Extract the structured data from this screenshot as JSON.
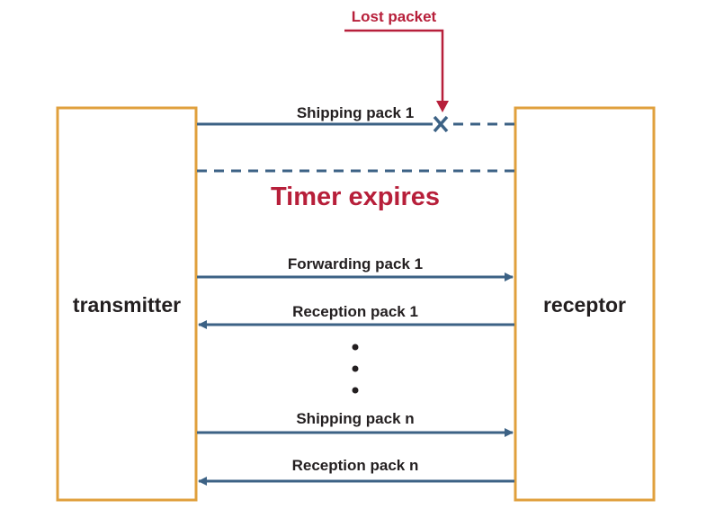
{
  "colors": {
    "box_border": "#E0A03D",
    "message_line": "#3C6285",
    "alert": "#B71F3A",
    "text": "#231F20",
    "background": "#FFFFFF"
  },
  "participants": {
    "sender": "transmitter",
    "receiver": "receptor"
  },
  "lost_packet": {
    "label": "Lost packet",
    "marker": "X",
    "marker_icon": "cross-icon"
  },
  "first_transmission": {
    "label": "Shipping pack 1"
  },
  "timer": {
    "label": "Timer expires"
  },
  "messages": [
    {
      "label": "Forwarding pack 1",
      "direction": "to-receiver"
    },
    {
      "label": "Reception pack 1",
      "direction": "to-sender"
    },
    {
      "label": "Shipping pack n",
      "direction": "to-receiver"
    },
    {
      "label": "Reception pack n",
      "direction": "to-sender"
    }
  ],
  "ellipsis_dots": 3
}
